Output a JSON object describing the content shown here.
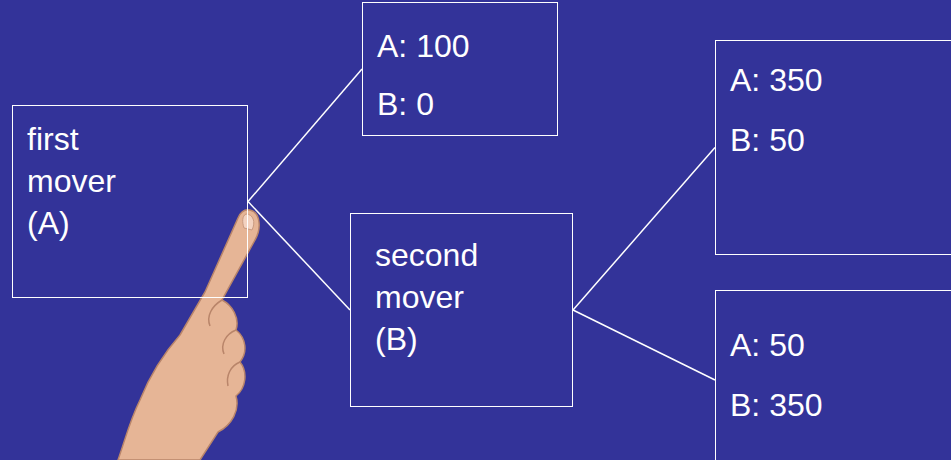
{
  "diagram": {
    "nodes": [
      {
        "text": [
          "first mover (A)"
        ]
      },
      {
        "text": [
          "A: 100",
          "B: 0"
        ]
      },
      {
        "text": [
          "second mover (B)"
        ]
      },
      {
        "text": [
          "A: 350",
          "B: 50"
        ]
      },
      {
        "text": [
          "A: 50",
          "B: 350"
        ]
      }
    ],
    "edges": [
      {
        "from": 0,
        "to": 1,
        "arrow": "none"
      },
      {
        "from": 0,
        "to": 2,
        "arrow": "none"
      },
      {
        "from": 2,
        "to": 3,
        "arrow": "none"
      },
      {
        "from": 2,
        "to": 4,
        "arrow": "none"
      }
    ]
  }
}
